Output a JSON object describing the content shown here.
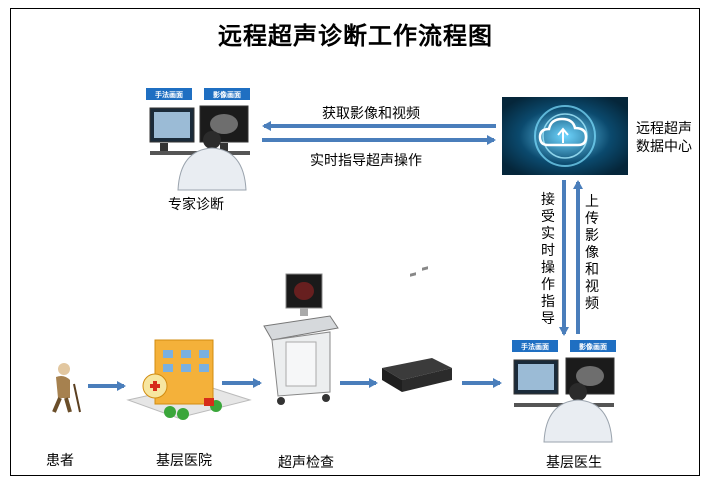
{
  "title": "远程超声诊断工作流程图",
  "nodes": {
    "expert": "专家诊断",
    "data_center": "远程超声数据中心",
    "patient": "患者",
    "clinic": "基层医院",
    "ultrasound": "超声检查",
    "local_doctor": "基层医生"
  },
  "arrows": {
    "get_images": "获取影像和视频",
    "realtime_guide": "实时指导超声操作",
    "receive_guide": "接受实时操作指导",
    "upload": "上传影像和视频"
  },
  "screen_tags": {
    "technique": "手法画面",
    "image": "影像画面"
  },
  "colors": {
    "arrow": "#4a7ebb",
    "tag_bg": "#1f6fc2"
  }
}
